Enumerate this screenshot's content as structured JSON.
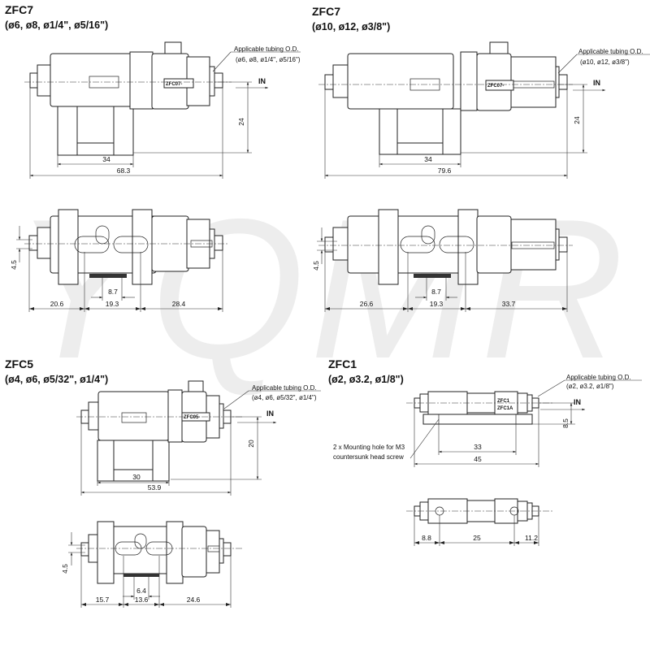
{
  "watermark": "YQMR",
  "flow_label": "IN",
  "applicable_tubing_label": "Applicable tubing O.D.",
  "mounting_note": [
    "2 x Mounting hole for M3",
    "countersunk head screw"
  ],
  "panels": {
    "zfc7a": {
      "title": "ZFC7",
      "subtitle": "(ø6, ø8, ø1/4\", ø5/16\")",
      "tubing_sizes": "(ø6, ø8, ø1/4\", ø5/16\")",
      "body_label": "ZFC07-",
      "dims": {
        "height": "24",
        "mount": "34",
        "overall": "68.3",
        "slot": "4.5",
        "gap": "8.7",
        "left": "20.6",
        "mid": "19.3",
        "right": "28.4"
      }
    },
    "zfc7b": {
      "title": "ZFC7",
      "subtitle": "(ø10, ø12, ø3/8\")",
      "tubing_sizes": "(ø10, ø12, ø3/8\")",
      "body_label": "ZFC07-",
      "dims": {
        "height": "24",
        "mount": "34",
        "overall": "79.6",
        "slot": "4.5",
        "gap": "8.7",
        "left": "26.6",
        "mid": "19.3",
        "right": "33.7"
      }
    },
    "zfc5": {
      "title": "ZFC5",
      "subtitle": "(ø4, ø6, ø5/32\", ø1/4\")",
      "tubing_sizes": "(ø4, ø6, ø5/32\", ø1/4\")",
      "body_label": "ZFC05-",
      "dims": {
        "height": "20",
        "mount": "30",
        "overall": "53.9",
        "slot": "4.5",
        "gap": "6.4",
        "left": "15.7",
        "mid": "13.6",
        "right": "24.6"
      }
    },
    "zfc1": {
      "title": "ZFC1",
      "subtitle": "(ø2, ø3.2, ø1/8\")",
      "tubing_sizes": "(ø2, ø3.2, ø1/8\")",
      "body_label_top": "ZFC1",
      "body_label_bottom": "ZFC1A",
      "dims": {
        "height": "8.5",
        "mount": "33",
        "overall": "45",
        "left": "8.8",
        "mid": "25",
        "right": "11.2"
      }
    }
  }
}
